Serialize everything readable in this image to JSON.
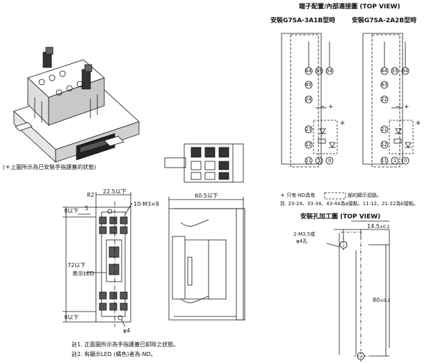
{
  "top_left_caption": "(＊上圖所示為已安裝手指護蓋的狀態)",
  "terminal_section": {
    "title": "端子配置/內部連接圖 (TOP VIEW)",
    "left_header": "安裝G7SA-3A1B型時",
    "right_header": "安裝G7SA-2A2B型時",
    "left_terminals": [
      "44",
      "33",
      "34",
      "43",
      "24",
      "23",
      "12",
      "11",
      "1",
      "0"
    ],
    "right_terminals": [
      "44",
      "33",
      "34",
      "43",
      "22",
      "21",
      "12",
      "11",
      "1",
      "0"
    ],
    "asterisk": "＊",
    "minus": "−",
    "plus": "+"
  },
  "notes_right": {
    "line1_prefix": "＊ 只有-ND具有",
    "line1_suffix": "部的顯示迴路。",
    "line2": "註. 23-24、33-34、43-44為a接點、11-12、21-22為b接點。"
  },
  "mount_section": {
    "title": "安裝孔加工圖 (TOP VIEW)",
    "hole_label_1": "2-M3.5或",
    "hole_label_2": "φ4孔",
    "dim_width": "14.5",
    "dim_width_tol": "±0.2",
    "dim_height": "80",
    "dim_height_tol": "±0.2"
  },
  "front_view": {
    "r2": "R2",
    "width": "22.5以下",
    "screw": "10-M3×8",
    "top_gap": "9以下",
    "height": "72以下",
    "led": "表示LED",
    "bottom_gap": "9以下",
    "dia": "φ4",
    "dim5": "5"
  },
  "side_view": {
    "depth": "60.5以下"
  },
  "footnotes": [
    "註1. 正面圖所示為手指護蓋已卸除之狀態。",
    "註2. 有顯示LED (橘色)者為-ND。"
  ]
}
